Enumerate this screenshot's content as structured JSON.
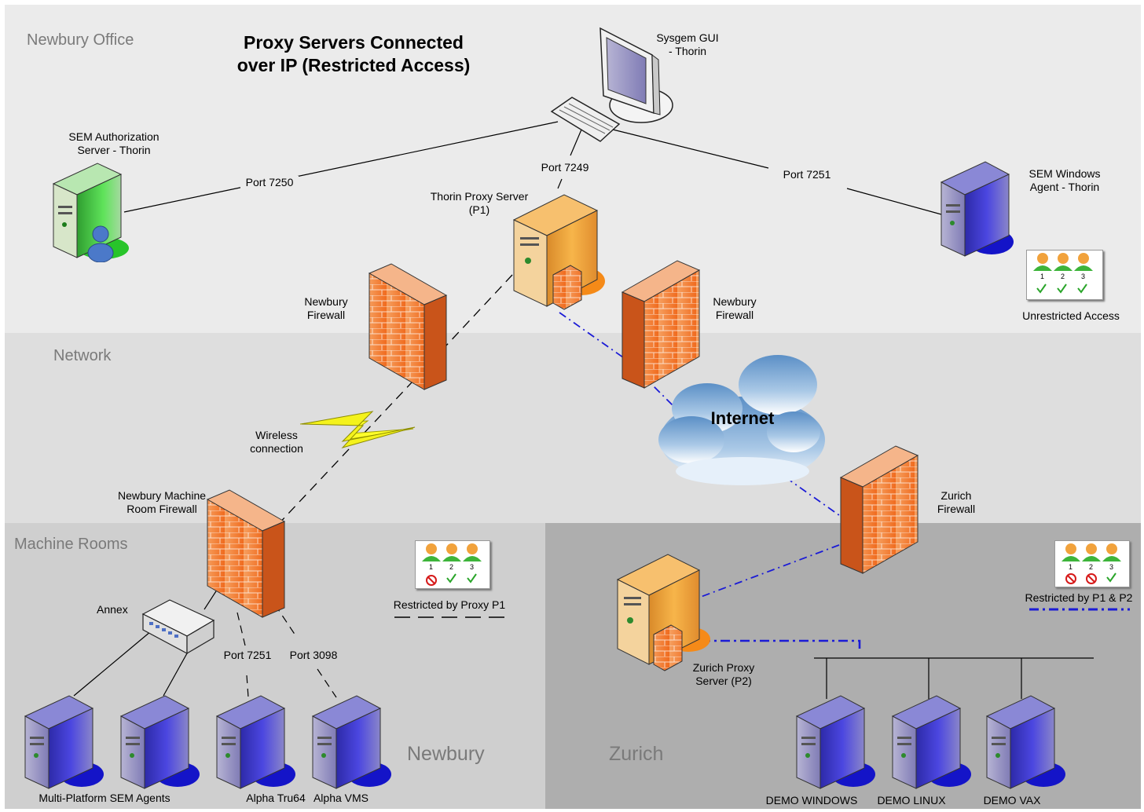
{
  "title_line1": "Proxy Servers Connected",
  "title_line2": "over IP (Restricted Access)",
  "zones": {
    "office": "Newbury Office",
    "network": "Network",
    "machine_rooms": "Machine Rooms",
    "newbury": "Newbury",
    "zurich": "Zurich"
  },
  "nodes": {
    "sysgem_gui": [
      "Sysgem GUI",
      "- Thorin"
    ],
    "auth_server": [
      "SEM Authorization",
      "Server - Thorin"
    ],
    "thorin_proxy": [
      "Thorin Proxy Server",
      "(P1)"
    ],
    "windows_agent": [
      "SEM Windows",
      "Agent - Thorin"
    ],
    "newbury_firewall_left": [
      "Newbury",
      "Firewall"
    ],
    "newbury_firewall_right": [
      "Newbury",
      "Firewall"
    ],
    "wireless": [
      "Wireless",
      "connection"
    ],
    "machine_room_firewall": [
      "Newbury Machine",
      "Room Firewall"
    ],
    "internet": "Internet",
    "zurich_firewall": [
      "Zurich",
      "Firewall"
    ],
    "annex": "Annex",
    "zurich_proxy": [
      "Zurich Proxy",
      "Server (P2)"
    ],
    "multi_platform": "Multi-Platform SEM Agents",
    "alpha_tru64": "Alpha Tru64",
    "alpha_vms": "Alpha VMS",
    "demo_windows": "DEMO WINDOWS",
    "demo_linux": "DEMO LINUX",
    "demo_vax": "DEMO VAX"
  },
  "ports": {
    "p7250": "Port 7250",
    "p7249": "Port 7249",
    "p7251_top": "Port 7251",
    "p7251_bottom": "Port 7251",
    "p3098": "Port 3098"
  },
  "legend": {
    "unrestricted": "Unrestricted Access",
    "restricted_p1": "Restricted by Proxy P1",
    "restricted_p1p2": "Restricted by P1 & P2",
    "user_numbers": [
      "1",
      "2",
      "3"
    ]
  },
  "colors": {
    "office_bg": "#ebebeb",
    "network_bg": "#dedede",
    "newbury_bg": "#cfcfcf",
    "zurich_bg": "#aeaeae",
    "firewall": "#f47a2c",
    "proxy": "#f3a33c",
    "agent_blue": "#3a35c8",
    "auth_green": "#3fd23a",
    "link_blue": "#1b1bd6"
  }
}
